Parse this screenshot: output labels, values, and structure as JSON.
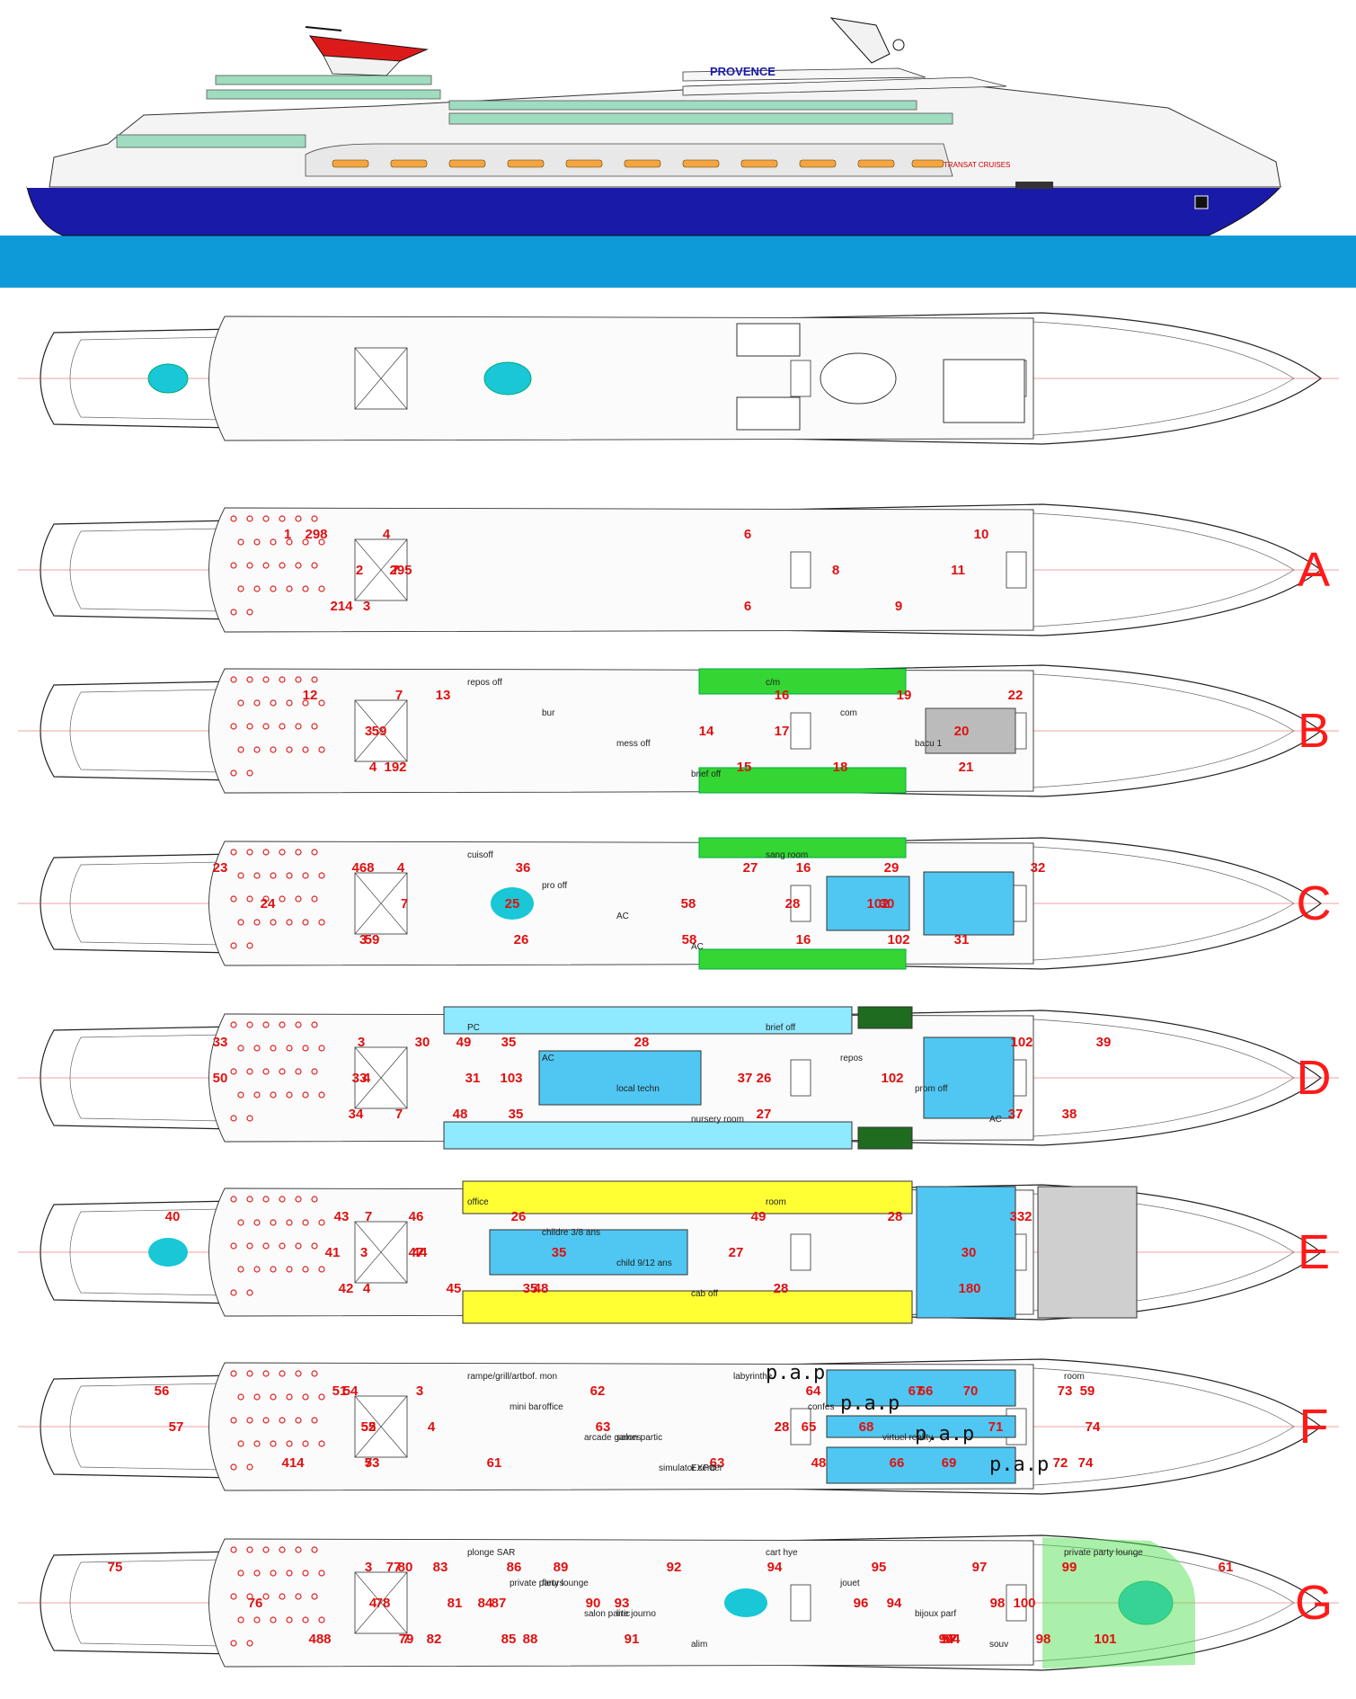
{
  "ship": {
    "name": "PROVENCE",
    "hull_text": "TRANSAT CRUISES",
    "colors": {
      "hull": "#1a1aa8",
      "sea": "#0e9ad8",
      "funnel": "#dd1a1a",
      "glass": "#9fdcc0"
    }
  },
  "decks": [
    {
      "id": "top",
      "letter": "",
      "numbers": [],
      "labels": []
    },
    {
      "id": "A",
      "letter": "A",
      "numbers": [
        "1",
        "2",
        "3",
        "4",
        "7",
        "6",
        "6",
        "8",
        "9",
        "10",
        "11",
        "214",
        "298",
        "295"
      ],
      "labels": []
    },
    {
      "id": "B",
      "letter": "B",
      "numbers": [
        "12",
        "3",
        "4",
        "7",
        "59",
        "192",
        "13",
        "14",
        "15",
        "16",
        "17",
        "18",
        "19",
        "20",
        "21",
        "22"
      ],
      "labels": [
        "repos off",
        "bur",
        "mess off",
        "brief off",
        "c/m",
        "com",
        "bacu 1"
      ]
    },
    {
      "id": "C",
      "letter": "C",
      "numbers": [
        "23",
        "24",
        "3",
        "4",
        "7",
        "59",
        "468",
        "25",
        "26",
        "36",
        "58",
        "58",
        "27",
        "28",
        "16",
        "16",
        "102",
        "102",
        "29",
        "30",
        "31",
        "32"
      ],
      "labels": [
        "cuisoff",
        "pro off",
        "AC",
        "AC",
        "sang room"
      ]
    },
    {
      "id": "D",
      "letter": "D",
      "numbers": [
        "33",
        "33",
        "34",
        "3",
        "4",
        "7",
        "30",
        "31",
        "48",
        "49",
        "103",
        "35",
        "35",
        "26",
        "27",
        "28",
        "37",
        "37",
        "102",
        "102",
        "38",
        "39",
        "50"
      ],
      "labels": [
        "PC",
        "AC",
        "local techn",
        "nursery room",
        "brief off",
        "repos",
        "prom off",
        "AC"
      ]
    },
    {
      "id": "E",
      "letter": "E",
      "numbers": [
        "40",
        "41",
        "42",
        "43",
        "3",
        "4",
        "7",
        "44",
        "45",
        "46",
        "47",
        "48",
        "49",
        "35",
        "35",
        "26",
        "27",
        "28",
        "28",
        "30",
        "180",
        "332"
      ],
      "labels": [
        "office",
        "childre 3/8 ans",
        "child 9/12 ans",
        "cab off",
        "room"
      ]
    },
    {
      "id": "F",
      "letter": "F",
      "numbers": [
        "56",
        "57",
        "414",
        "51",
        "52",
        "53",
        "3",
        "4",
        "7",
        "54",
        "55",
        "61",
        "62",
        "63",
        "63",
        "64",
        "65",
        "66",
        "66",
        "28",
        "48",
        "67",
        "68",
        "69",
        "70",
        "71",
        "72",
        "73",
        "74",
        "74",
        "59"
      ],
      "labels": [
        "rampe/grill/artbof. mon",
        "office",
        "salon partic",
        "EXPO",
        "p.a.p",
        "p.a.p",
        "p.a.p",
        "p.a.p",
        "room",
        "mini bar",
        "arcade games",
        "simulator center",
        "labyrinthe",
        "confes",
        "virtuel reality"
      ]
    },
    {
      "id": "G",
      "letter": "G",
      "numbers": [
        "75",
        "76",
        "488",
        "3",
        "4",
        "7",
        "77",
        "78",
        "79",
        "80",
        "81",
        "82",
        "83",
        "84",
        "85",
        "86",
        "87",
        "88",
        "89",
        "90",
        "91",
        "92",
        "93",
        "94",
        "94",
        "94",
        "94",
        "95",
        "96",
        "97",
        "97",
        "98",
        "98",
        "99",
        "100",
        "101",
        "61"
      ],
      "labels": [
        "plonge SAR",
        "fleurs",
        "lire journo",
        "alim",
        "cart hye",
        "jouet",
        "bijoux parf",
        "souv",
        "private party lounge",
        "private party lounge",
        "salon partic"
      ]
    }
  ]
}
